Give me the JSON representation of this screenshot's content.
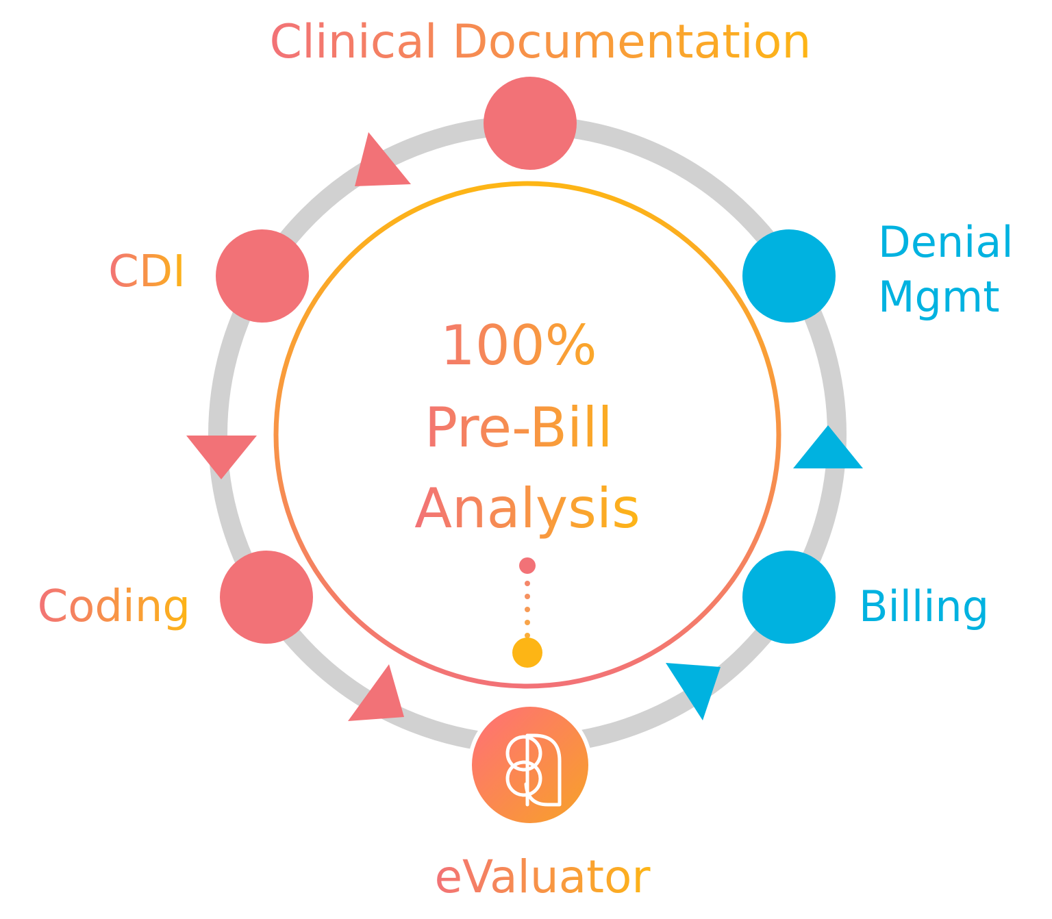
{
  "center": {
    "line1": "100%",
    "line2": "Pre-Bill",
    "line3": "Analysis"
  },
  "nodes": {
    "clinical_documentation": "Clinical Documentation",
    "cdi": "CDI",
    "coding": "Coding",
    "evaluator": "eValuator",
    "billing": "Billing",
    "denial_mgmt_line1": "Denial",
    "denial_mgmt_line2": "Mgmt"
  },
  "colors": {
    "coral": "#F27277",
    "orange": "#F7A43A",
    "gold": "#FDB515",
    "blue": "#00B2E0",
    "ring": "#D1D1D1"
  },
  "icons": {
    "evaluator_logo": "evaluator-logo-icon",
    "flow_arrow": "triangle-arrow-icon"
  }
}
